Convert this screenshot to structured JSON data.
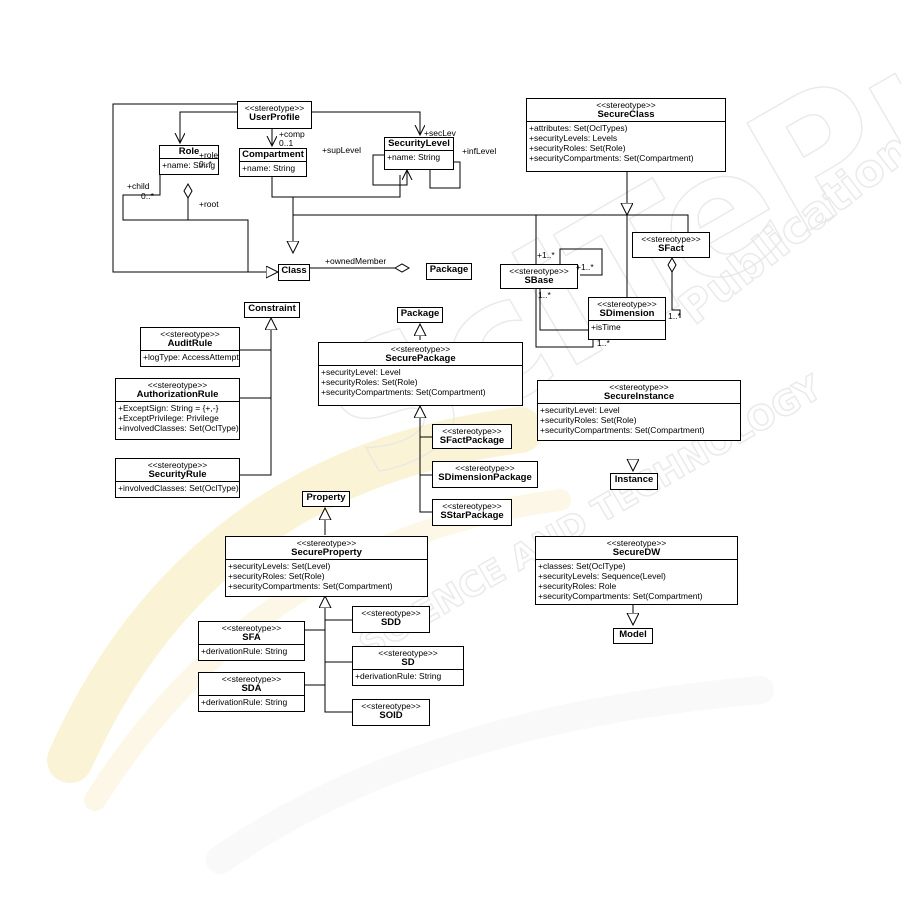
{
  "classes": {
    "userprofile": {
      "stereotype": "<<stereotype>>",
      "name": "UserProfile",
      "attributes": []
    },
    "compartment": {
      "name": "Compartment",
      "attributes": [
        "+name: String"
      ]
    },
    "securitylevel": {
      "name": "SecurityLevel",
      "attributes": [
        "+name: String"
      ]
    },
    "role": {
      "name": "Role",
      "attributes": [
        "+name: String"
      ]
    },
    "class": {
      "name": "Class"
    },
    "package_top": {
      "name": "Package"
    },
    "secureclass": {
      "stereotype": "<<stereotype>>",
      "name": "SecureClass",
      "attributes": [
        "+attributes: Set(OclTypes)",
        "+securityLevels: Levels",
        "+securityRoles: Set(Role)",
        "+securityCompartments: Set(Compartment)"
      ]
    },
    "sfact": {
      "stereotype": "<<stereotype>>",
      "name": "SFact"
    },
    "sbase": {
      "stereotype": "<<stereotype>>",
      "name": "SBase"
    },
    "sdimension": {
      "stereotype": "<<stereotype>>",
      "name": "SDimension",
      "attributes": [
        "+isTime"
      ]
    },
    "constraint": {
      "name": "Constraint"
    },
    "auditrule": {
      "stereotype": "<<stereotype>>",
      "name": "AuditRule",
      "attributes": [
        "+logType: AccessAttempt"
      ]
    },
    "authorizationrule": {
      "stereotype": "<<stereotype>>",
      "name": "AuthorizationRule",
      "attributes": [
        "+ExceptSign: String = {+,-}",
        "+ExceptPrivilege: Privilege",
        "+involvedClasses: Set(OclType)"
      ]
    },
    "securityrule": {
      "stereotype": "<<stereotype>>",
      "name": "SecurityRule",
      "attributes": [
        "+involvedClasses: Set(OclType)"
      ]
    },
    "package_mid": {
      "name": "Package"
    },
    "securepackage": {
      "stereotype": "<<stereotype>>",
      "name": "SecurePackage",
      "attributes": [
        "+securityLevel: Level",
        "+securityRoles: Set(Role)",
        "+securityCompartments: Set(Compartment)"
      ]
    },
    "sfactpackage": {
      "stereotype": "<<stereotype>>",
      "name": "SFactPackage"
    },
    "sdimensionpackage": {
      "stereotype": "<<stereotype>>",
      "name": "SDimensionPackage"
    },
    "sstarpackage": {
      "stereotype": "<<stereotype>>",
      "name": "SStarPackage"
    },
    "secureinstance": {
      "stereotype": "<<stereotype>>",
      "name": "SecureInstance",
      "attributes": [
        "+securityLevel: Level",
        "+securityRoles: Set(Role)",
        "+securityCompartments: Set(Compartment)"
      ]
    },
    "instance": {
      "name": "Instance"
    },
    "property": {
      "name": "Property"
    },
    "secureproperty": {
      "stereotype": "<<stereotype>>",
      "name": "SecureProperty",
      "attributes": [
        "+securityLevels: Set(Level)",
        "+securityRoles: Set(Role)",
        "+securityCompartments: Set(Compartment)"
      ]
    },
    "sfa": {
      "stereotype": "<<stereotype>>",
      "name": "SFA",
      "attributes": [
        "+derivationRule: String"
      ]
    },
    "sdd": {
      "stereotype": "<<stereotype>>",
      "name": "SDD"
    },
    "sd": {
      "stereotype": "<<stereotype>>",
      "name": "SD",
      "attributes": [
        "+derivationRule: String"
      ]
    },
    "sda": {
      "stereotype": "<<stereotype>>",
      "name": "SDA",
      "attributes": [
        "+derivationRule: String"
      ]
    },
    "soid": {
      "stereotype": "<<stereotype>>",
      "name": "SOID"
    },
    "securedw": {
      "stereotype": "<<stereotype>>",
      "name": "SecureDW",
      "attributes": [
        "+classes: Set(OclType)",
        "+securityLevels: Sequence(Level)",
        "+securityRoles: Role",
        "+securityCompartments: Set(Compartment)"
      ]
    },
    "model": {
      "name": "Model"
    }
  },
  "labels": {
    "comp": "+comp",
    "comp_mult": "0..1",
    "seclev": "+secLev",
    "suplevel": "+supLevel",
    "inflevel": "+infLevel",
    "role": "+role",
    "role_mult": "0..*",
    "child": "+child",
    "child_mult": "0..*",
    "root": "+root",
    "ownedmember": "+ownedMember",
    "sbase_mult1": "+1..*",
    "sbase_mult2": "+1..*",
    "sbase_mult3": "1..*",
    "sdim_mult1": "1..*",
    "sdim_mult2": "1..*"
  },
  "watermark": {
    "text1": "SciTePress",
    "text2": "SCIENCE AND TECHNOLOGY",
    "text3": "Publications"
  }
}
